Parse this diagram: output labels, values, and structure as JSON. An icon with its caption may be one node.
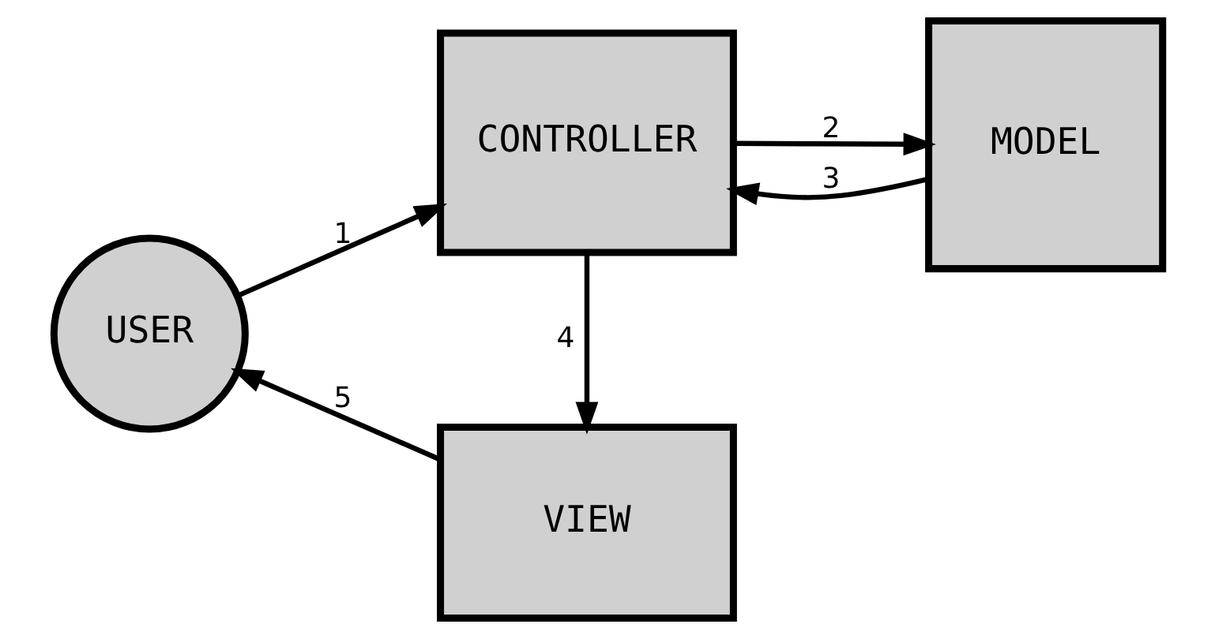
{
  "diagram": {
    "nodes": [
      {
        "text": [
          "USER"
        ]
      },
      {
        "text": [
          "CONTROLLER"
        ]
      },
      {
        "text": [
          "MODEL"
        ]
      },
      {
        "text": [
          "VIEW"
        ]
      }
    ],
    "edges": [
      {
        "from": 0,
        "to": 1,
        "arrow": "to",
        "label": "1"
      },
      {
        "from": 1,
        "to": 2,
        "arrow": "to",
        "label": "2"
      },
      {
        "from": 2,
        "to": 1,
        "arrow": "to",
        "label": "3"
      },
      {
        "from": 1,
        "to": 3,
        "arrow": "to",
        "label": "4"
      },
      {
        "from": 3,
        "to": 0,
        "arrow": "to",
        "label": "5"
      }
    ]
  }
}
